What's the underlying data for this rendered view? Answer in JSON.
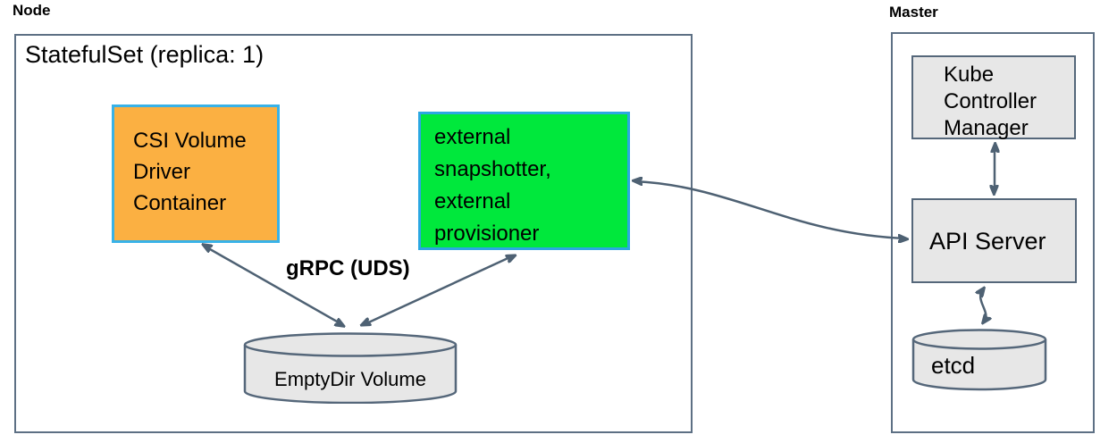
{
  "diagram": {
    "node": {
      "label": "Node",
      "statefulset_label": "StatefulSet (replica: 1)",
      "csi_box_label": "CSI Volume\nDriver\nContainer",
      "sidecar_box_label": "external\nsnapshotter,\nexternal\nprovisioner",
      "grpc_label": "gRPC (UDS)",
      "emptydir_label": "EmptyDir Volume"
    },
    "master": {
      "label": "Master",
      "kcm_box_label": "Kube\nController\nManager",
      "api_server_label": "API Server",
      "etcd_label": "etcd"
    },
    "colors": {
      "csi_box_fill": "#fbb042",
      "sidecar_box_fill": "#00e83c",
      "box_border_cyan": "#38b2e8",
      "gray_fill": "#e7e7e7",
      "slate_stroke": "#4e6173",
      "outer_border": "#5d7084",
      "text": "#000000",
      "background": "#ffffff"
    }
  }
}
